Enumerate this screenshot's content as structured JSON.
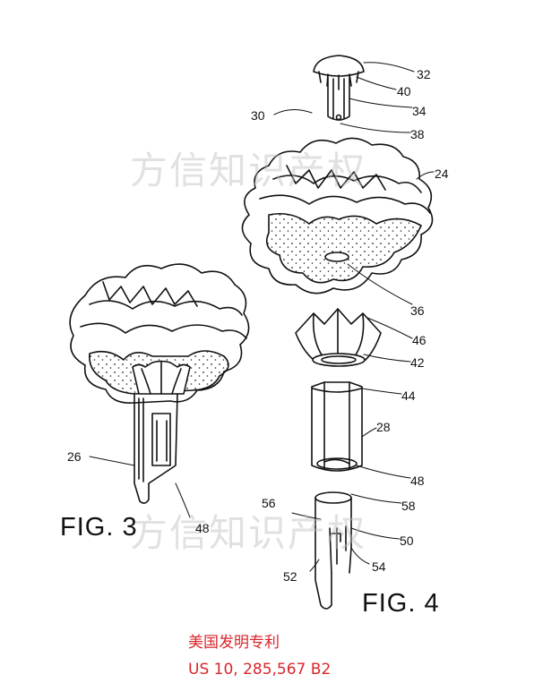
{
  "figures": {
    "fig3_label": "FIG. 3",
    "fig4_label": "FIG. 4"
  },
  "reference_numerals": {
    "r32": "32",
    "r40": "40",
    "r30": "30",
    "r34": "34",
    "r38": "38",
    "r24": "24",
    "r36": "36",
    "r46": "46",
    "r42": "42",
    "r44": "44",
    "r28": "28",
    "r48a": "48",
    "r58": "58",
    "r56": "56",
    "r50": "50",
    "r54": "54",
    "r52": "52",
    "r26": "26",
    "r48b": "48"
  },
  "watermark": {
    "text_top": "方信知识产权",
    "text_bottom": "方信知识产权"
  },
  "caption": {
    "line1": "美国发明专利",
    "line2": "US 10, 285,567 B2",
    "color": "#d9262b"
  }
}
